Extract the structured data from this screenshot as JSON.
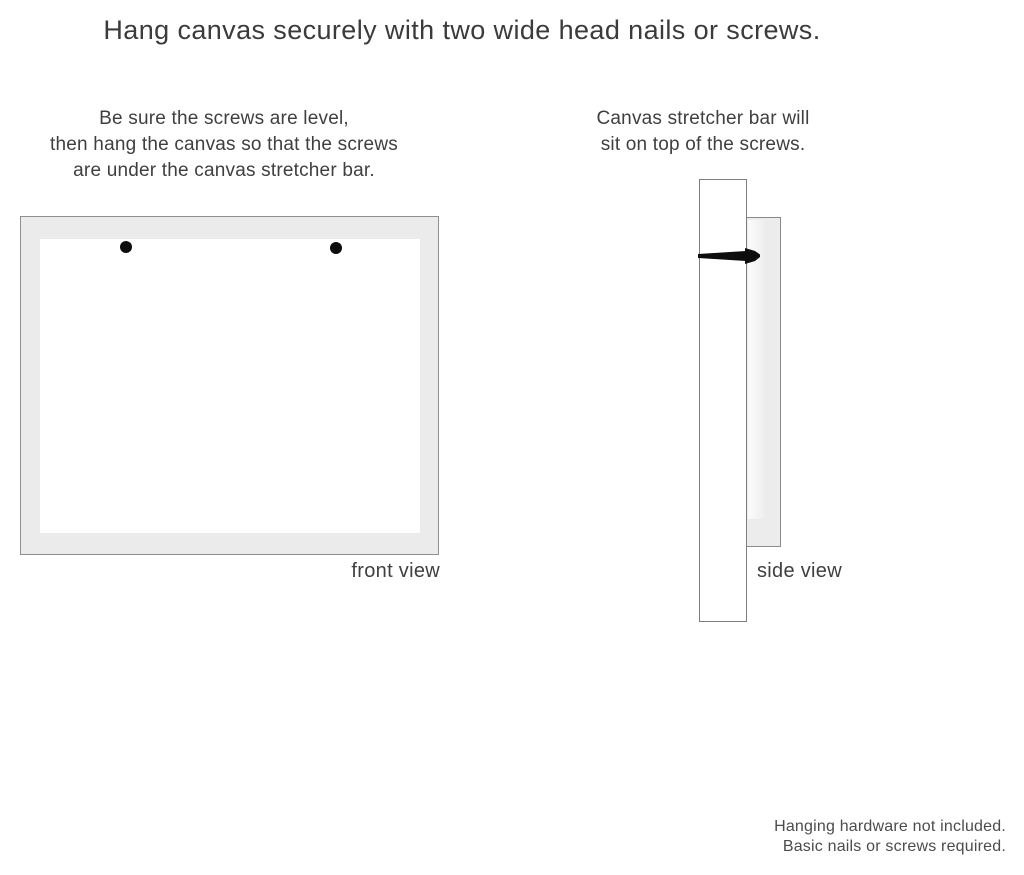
{
  "title": "Hang canvas securely with two wide head nails or screws.",
  "left_note": {
    "lines": [
      "Be sure the screws are level,",
      "then hang the canvas so that the screws",
      "are under the canvas stretcher bar."
    ]
  },
  "right_note": {
    "lines": [
      "Canvas stretcher bar will",
      "sit on top of the screws."
    ]
  },
  "front_view": {
    "label": "front view",
    "nail_count": 2
  },
  "side_view": {
    "label": "side view"
  },
  "footer": {
    "lines": [
      "Hanging hardware not included.",
      "Basic nails or screws required."
    ]
  },
  "colors": {
    "text_dark": "#3b3b3b",
    "text_gray": "#4c4c4c",
    "canvas_fill": "#ebebeb",
    "border_gray": "#8a8a8a",
    "nail_black": "#0d0d0d",
    "background": "#ffffff"
  }
}
